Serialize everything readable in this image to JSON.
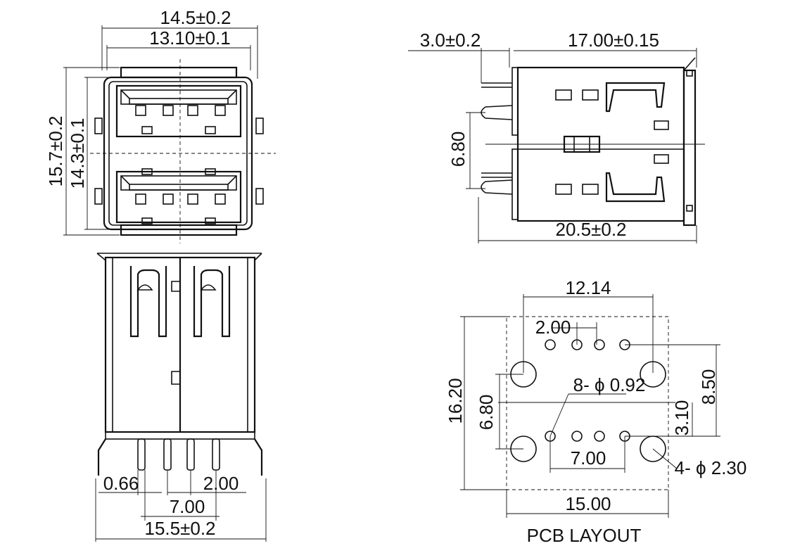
{
  "front_view": {
    "dim_outer_width": "14.5±0.2",
    "dim_inner_width": "13.10±0.1",
    "dim_outer_height": "15.7±0.2",
    "dim_inner_height": "14.3±0.1"
  },
  "side_view": {
    "dim_offset": "3.0±0.2",
    "dim_body_length": "17.00±0.15",
    "dim_pin_spacing": "6.80",
    "dim_total_length": "20.5±0.2"
  },
  "bottom_view": {
    "dim_pin_width": "0.66",
    "dim_pin_pitch": "2.00",
    "dim_pin_span": "7.00",
    "dim_total_width": "15.5±0.2"
  },
  "pcb_layout": {
    "title": "PCB LAYOUT",
    "dim_boss_spacing": "12.14",
    "dim_hole_pitch": "2.00",
    "dim_small_holes": "8- ϕ 0.92",
    "dim_large_holes": "4- ϕ 2.30",
    "dim_height": "16.20",
    "dim_row_spacing": "6.80",
    "dim_boss_vertical": "8.50",
    "dim_row_offset": "3.10",
    "dim_pin_span": "7.00",
    "dim_width": "15.00"
  }
}
